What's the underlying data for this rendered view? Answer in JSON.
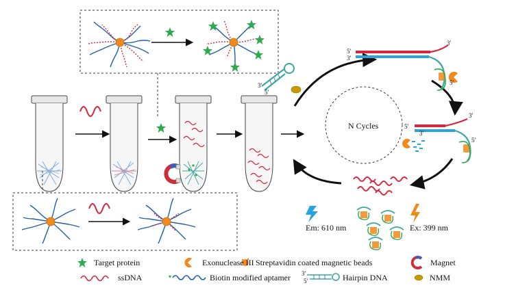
{
  "labels": {
    "n_cycles": "N Cycles",
    "em": "Em: 610 nm",
    "ex": "Ex: 399 nm",
    "p3_a": "3'",
    "p5_a": "5'",
    "p3_b": "3'",
    "p5_b": "5'",
    "p5_c": "5'",
    "p3_c": "3'",
    "p5_d": "5'",
    "p3_d": "3'",
    "p5_e": "5'",
    "hp3": "3'",
    "hp5": "5'"
  },
  "legend": {
    "target_protein": "Target protein",
    "exonuclease": "Exonuclease III",
    "beads": "Streptavidin coated magnetic beads",
    "magnet": "Magnet",
    "ssdna": "ssDNA",
    "aptamer": "Biotin modified aptamer",
    "hairpin": "Hairpin DNA",
    "hairpin_3": "3'",
    "hairpin_5": "5'",
    "nmm": "NMM"
  },
  "colors": {
    "ssdna": "#d7263d",
    "aptamer": "#1f5fa8",
    "bead": "#f08a1c",
    "target": "#2fa84f",
    "hairpin": "#3aa8a0",
    "nmm": "#c99a00",
    "em_bolt": "#29a3e0",
    "ex_bolt": "#f08a1c"
  }
}
